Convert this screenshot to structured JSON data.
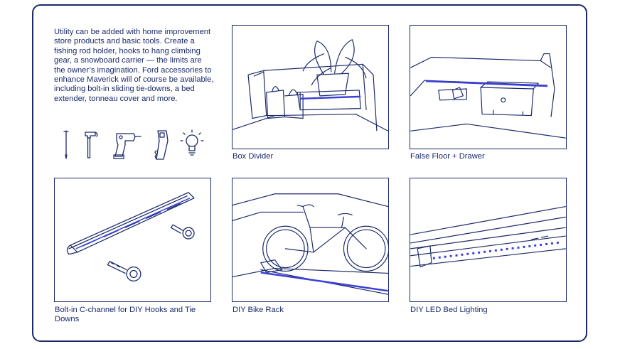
{
  "intro": {
    "text": "Utility can be added with home improvement store products and basic tools. Create a fishing rod holder, hooks to hang climbing gear, a snowboard carrier — the limits are the owner’s imagination. Ford accessories to enhance Maverick will of course be available, including bolt-in sliding tie-downs, a bed extender, tonneau cover and more."
  },
  "tools": [
    "nail-icon",
    "hammer-icon",
    "drill-icon",
    "saw-icon",
    "lightbulb-icon"
  ],
  "panels": [
    {
      "caption": "Box Divider",
      "illustration": "box-divider-illustration"
    },
    {
      "caption": "False Floor + Drawer",
      "illustration": "false-floor-drawer-illustration"
    },
    {
      "caption": "Bolt-in C-channel for DIY Hooks and Tie Downs",
      "illustration": "c-channel-illustration"
    },
    {
      "caption": "DIY Bike Rack",
      "illustration": "bike-rack-illustration"
    },
    {
      "caption": "DIY LED Bed Lighting",
      "illustration": "led-lighting-illustration"
    }
  ],
  "colors": {
    "ink": "#1b2a6b",
    "accent": "#3a3fd8",
    "background": "#ffffff"
  }
}
